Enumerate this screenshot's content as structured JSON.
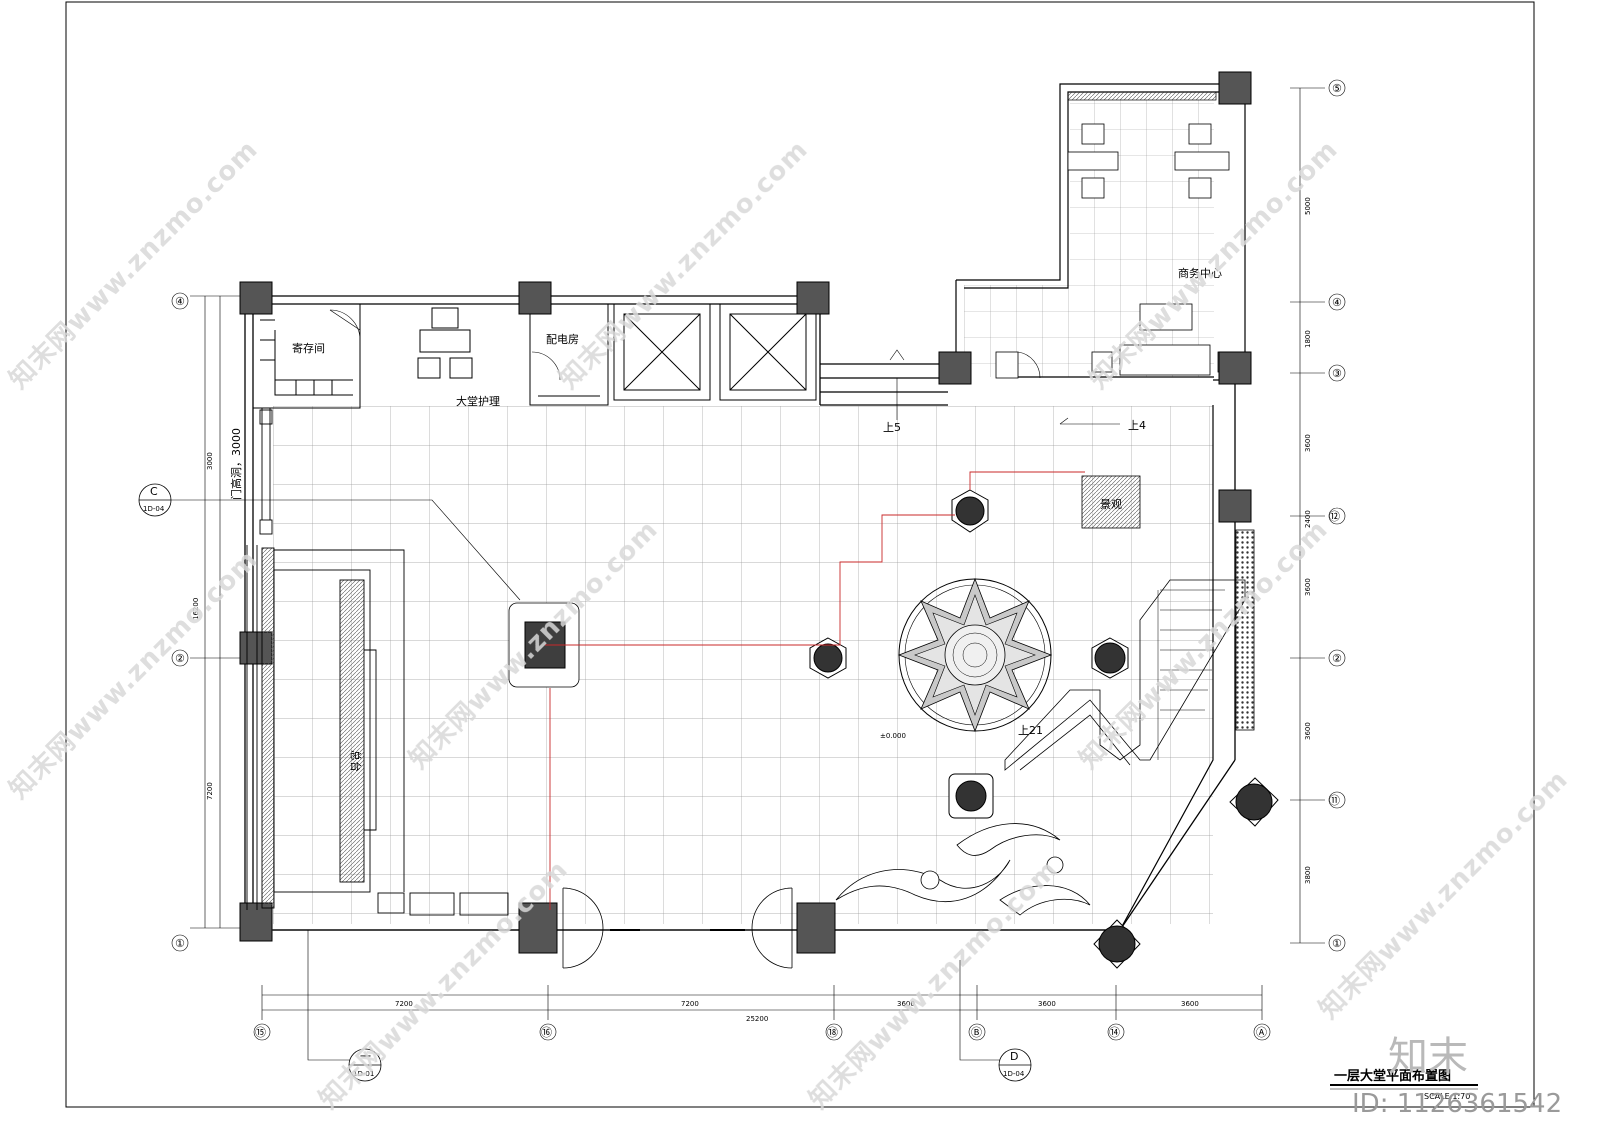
{
  "rooms": {
    "storage": "寄存间",
    "lobby_care": "大堂护理",
    "power_room": "配电房",
    "business_center": "商务中心",
    "landscape": "景观",
    "front_desk": "总台"
  },
  "annotations": {
    "door_height": "门高洞，3000",
    "up5": "上5",
    "up4": "上4",
    "up21": "上21",
    "level": "±0.000"
  },
  "axes": {
    "left": [
      "④",
      "②",
      "①"
    ],
    "right": [
      "⑤",
      "④",
      "③",
      "⑫",
      "②",
      "⑪",
      "①"
    ],
    "bottom": [
      "⑮",
      "⑯",
      "⑱",
      "Ⓑ",
      "⑭",
      "Ⓐ"
    ]
  },
  "dimensions": {
    "bottom": [
      "7200",
      "7200",
      "3600",
      "3600",
      "3600"
    ],
    "bottom_total": "25200",
    "left": [
      "3000",
      "7200"
    ],
    "left_total": "16200",
    "right": [
      "5000",
      "1800",
      "3600",
      "2400",
      "3600",
      "3600",
      "3800"
    ]
  },
  "section_marks": {
    "c_letter": "C",
    "c_ref": "1D-04",
    "d_letter": "D",
    "d_ref": "1D-04",
    "one_letter": "一",
    "one_ref": "1D-01"
  },
  "title_block": {
    "title": "一层大堂平面布置图",
    "scale": "SCALE:1:70"
  },
  "watermark": {
    "site": "知末网www.znzmo.com",
    "brand": "知末",
    "id": "ID: 1126361542"
  }
}
